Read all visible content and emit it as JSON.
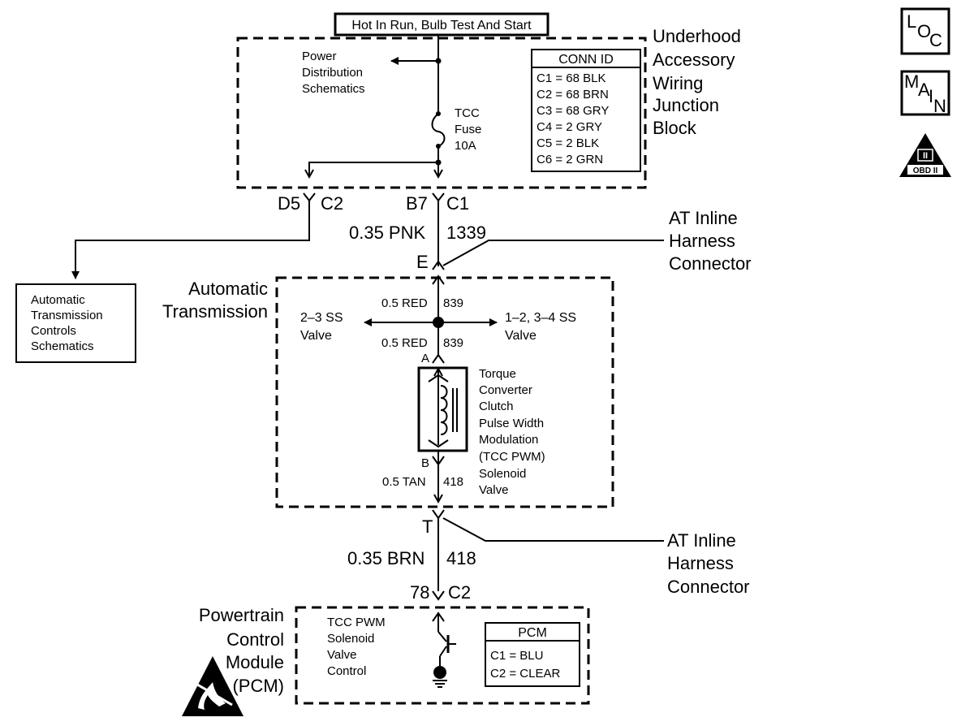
{
  "header": {
    "power_label": "Hot In Run, Bulb Test And Start"
  },
  "junction_block": {
    "name_lines": [
      "Underhood",
      "Accessory",
      "Wiring",
      "Junction",
      "Block"
    ],
    "power_dist_lines": [
      "Power",
      "Distribution",
      "Schematics"
    ],
    "fuse_lines": [
      "TCC",
      "Fuse",
      "10A"
    ],
    "conn_id": {
      "title": "CONN ID",
      "rows": [
        "C1 = 68 BLK",
        "C2 = 68 BRN",
        "C3 = 68 GRY",
        "C4 = 2 GRY",
        "C5 = 2 BLK",
        "C6 = 2 GRN"
      ]
    }
  },
  "connectors": {
    "d5": "D5",
    "c2_left": "C2",
    "b7": "B7",
    "c1": "C1",
    "e": "E",
    "a": "A",
    "b": "B",
    "t": "T",
    "pin78": "78",
    "c2_pcm": "C2"
  },
  "wires": {
    "w1_gauge": "0.35 PNK",
    "w1_circuit": "1339",
    "red_top_gauge": "0.5 RED",
    "red_top_circuit": "839",
    "red_bot_gauge": "0.5 RED",
    "red_bot_circuit": "839",
    "tan_gauge": "0.5 TAN",
    "tan_circuit": "418",
    "brn_gauge": "0.35 BRN",
    "brn_circuit": "418"
  },
  "inline_connector_1": [
    "AT Inline",
    "Harness",
    "Connector"
  ],
  "inline_connector_2": [
    "AT Inline",
    "Harness",
    "Connector"
  ],
  "atc_schematics_lines": [
    "Automatic",
    "Transmission",
    "Controls",
    "Schematics"
  ],
  "transmission": {
    "name_lines": [
      "Automatic",
      "Transmission"
    ],
    "valve_left": [
      "2–3 SS",
      "Valve"
    ],
    "valve_right": [
      "1–2, 3–4 SS",
      "Valve"
    ],
    "solenoid_lines": [
      "Torque",
      "Converter",
      "Clutch",
      "Pulse Width",
      "Modulation",
      "(TCC PWM)",
      "Solenoid",
      "Valve"
    ]
  },
  "pcm": {
    "name_lines": [
      "Powertrain",
      "Control",
      "Module",
      "(PCM)"
    ],
    "control_lines": [
      "TCC PWM",
      "Solenoid",
      "Valve",
      "Control"
    ],
    "conn_title": "PCM",
    "conn_rows": [
      "C1 = BLU",
      "C2 = CLEAR"
    ]
  },
  "side_icons": {
    "loc": {
      "l": "L",
      "o": "O",
      "c": "C"
    },
    "main": {
      "m": "M",
      "a": "A",
      "i": "I",
      "n": "N"
    },
    "obd": {
      "roman": "II",
      "label": "OBD II"
    }
  }
}
